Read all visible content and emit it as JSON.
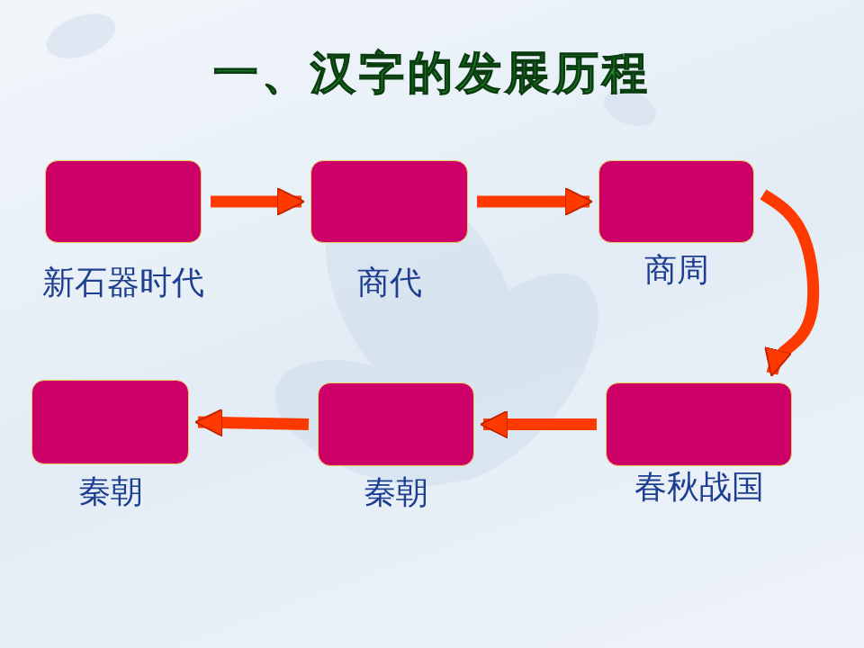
{
  "diagram": {
    "title": "一、汉字的发展历程",
    "nodes": [
      {
        "text": [
          "新石器时代"
        ]
      },
      {
        "text": [
          "商代"
        ]
      },
      {
        "text": [
          "商周"
        ]
      },
      {
        "text": [
          "春秋战国"
        ]
      },
      {
        "text": [
          "秦朝"
        ]
      },
      {
        "text": [
          "秦朝"
        ]
      }
    ],
    "edges": [
      {
        "from": 0,
        "to": 1,
        "arrow": "to"
      },
      {
        "from": 1,
        "to": 2,
        "arrow": "to"
      },
      {
        "from": 2,
        "to": 3,
        "arrow": "to"
      },
      {
        "from": 3,
        "to": 4,
        "arrow": "to"
      },
      {
        "from": 4,
        "to": 5,
        "arrow": "to"
      }
    ]
  }
}
